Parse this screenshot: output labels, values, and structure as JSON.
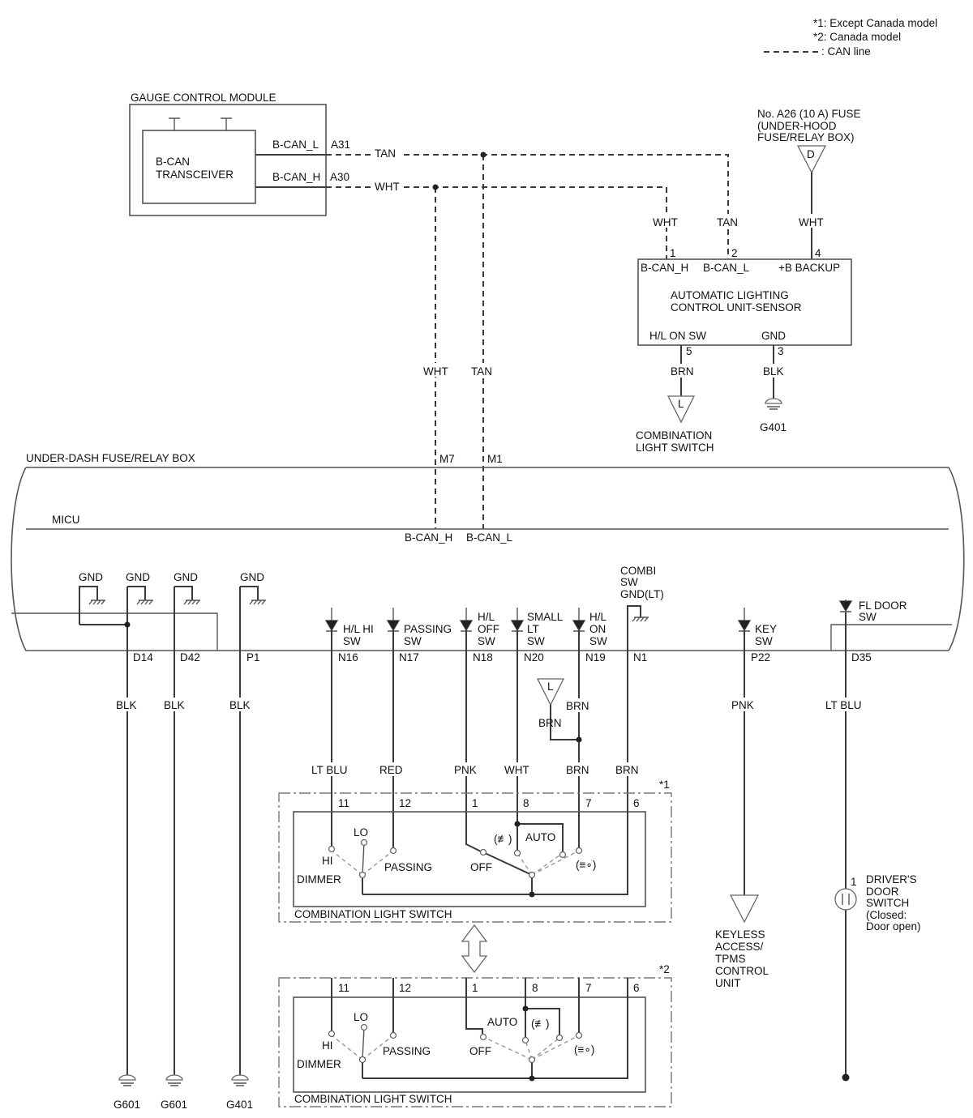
{
  "legend": {
    "note1": "*1: Except Canada model",
    "note2": "*2: Canada model",
    "can": ": CAN line"
  },
  "gcm": {
    "title": "GAUGE CONTROL MODULE",
    "transceiver_l1": "B-CAN",
    "transceiver_l2": "TRANSCEIVER",
    "pin_can_l": "B-CAN_L",
    "pin_can_h": "B-CAN_H",
    "term_a31": "A31",
    "term_a30": "A30"
  },
  "wires": {
    "tan": "TAN",
    "wht": "WHT",
    "blk": "BLK",
    "brn": "BRN",
    "pnk": "PNK",
    "red": "RED",
    "lt_blu": "LT BLU"
  },
  "fuse": {
    "l1": "No. A26 (10 A) FUSE",
    "l2": "(UNDER-HOOD",
    "l3": "FUSE/RELAY BOX)",
    "letter": "D"
  },
  "alcu": {
    "pin1": "1",
    "pin2": "2",
    "pin4": "4",
    "pin5": "5",
    "pin3": "3",
    "b_can_h": "B-CAN_H",
    "b_can_l": "B-CAN_L",
    "b_backup": "+B BACKUP",
    "name_l1": "AUTOMATIC LIGHTING",
    "name_l2": "CONTROL UNIT-SENSOR",
    "hl_on_sw": "H/L ON SW",
    "gnd": "GND",
    "conn_letter": "L",
    "to_l1": "COMBINATION",
    "to_l2": "LIGHT SWITCH",
    "ground": "G401"
  },
  "udb": {
    "title": "UNDER-DASH FUSE/RELAY BOX",
    "micu": "MICU",
    "m7": "M7",
    "m1": "M1",
    "b_can_h": "B-CAN_H",
    "b_can_l": "B-CAN_L"
  },
  "micu": {
    "gnd": "GND",
    "d14": "D14",
    "d42": "D42",
    "p1": "P1",
    "hl_hi_1": "H/L HI",
    "hl_hi_2": "SW",
    "n16": "N16",
    "passing_1": "PASSING",
    "passing_2": "SW",
    "n17": "N17",
    "hl_off_1": "H/L",
    "hl_off_2": "OFF",
    "hl_off_3": "SW",
    "n18": "N18",
    "small_1": "SMALL",
    "small_2": "LT",
    "small_3": "SW",
    "n20": "N20",
    "hl_on_1": "H/L",
    "hl_on_2": "ON",
    "hl_on_3": "SW",
    "n19": "N19",
    "combi_1": "COMBI",
    "combi_2": "SW",
    "combi_3": "GND(LT)",
    "n1": "N1",
    "key_1": "KEY",
    "key_2": "SW",
    "p22": "P22",
    "fl_1": "FL DOOR",
    "fl_2": "SW",
    "d35": "D35"
  },
  "sw1": {
    "mark": "*1",
    "pin11": "11",
    "pin12": "12",
    "pin1": "1",
    "pin8": "8",
    "pin7": "7",
    "pin6": "6",
    "lo": "LO",
    "hi": "HI",
    "dimmer": "DIMMER",
    "passing": "PASSING",
    "off": "OFF",
    "auto": "AUTO",
    "small_sym": "(≢)",
    "head_sym": "(≡∘)",
    "name": "COMBINATION LIGHT SWITCH"
  },
  "sw2": {
    "mark": "*2",
    "pin11": "11",
    "pin12": "12",
    "pin1": "1",
    "pin8": "8",
    "pin7": "7",
    "pin6": "6",
    "lo": "LO",
    "hi": "HI",
    "dimmer": "DIMMER",
    "passing": "PASSING",
    "off": "OFF",
    "auto": "AUTO",
    "small_sym": "(≢)",
    "head_sym": "(≡∘)",
    "name": "COMBINATION LIGHT SWITCH"
  },
  "keyless": {
    "l1": "KEYLESS",
    "l2": "ACCESS/",
    "l3": "TPMS",
    "l4": "CONTROL",
    "l5": "UNIT"
  },
  "door": {
    "pin": "1",
    "l1": "DRIVER'S",
    "l2": "DOOR",
    "l3": "SWITCH",
    "l4": "(Closed:",
    "l5": "Door open)"
  },
  "grounds": {
    "g601a": "G601",
    "g601b": "G601",
    "g401": "G401"
  }
}
